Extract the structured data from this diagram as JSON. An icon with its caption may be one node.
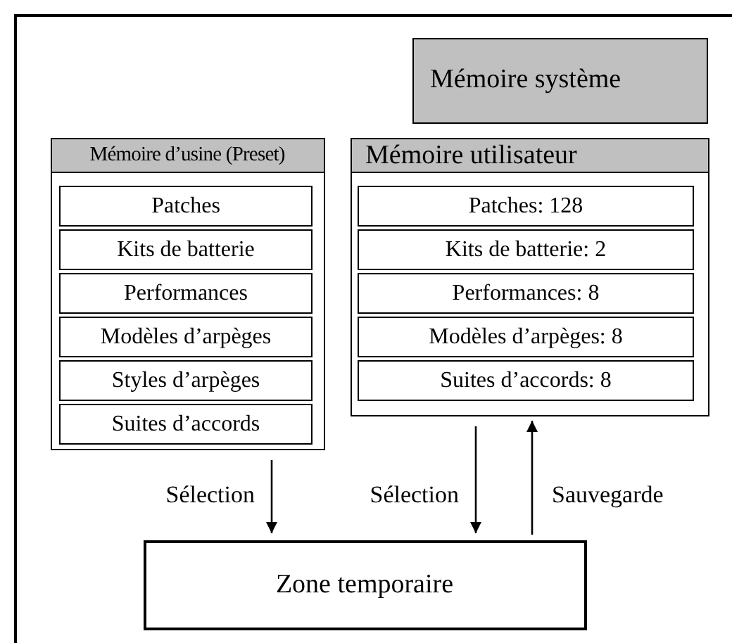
{
  "diagram": {
    "nodes": [
      {
        "text": [],
        "shape": "box"
      },
      {
        "text": [
          "Mémoire système"
        ],
        "in": 0
      },
      {
        "text": [
          "Mémoire d’usine (Preset)"
        ],
        "in": 0
      },
      {
        "text": [
          "Patches"
        ],
        "in": 2
      },
      {
        "text": [
          "Kits de batterie"
        ],
        "in": 2
      },
      {
        "text": [
          "Performances"
        ],
        "in": 2
      },
      {
        "text": [
          "Modèles d’arpèges"
        ],
        "in": 2
      },
      {
        "text": [
          "Styles d’arpèges"
        ],
        "in": 2
      },
      {
        "text": [
          "Suites d’accords"
        ],
        "in": 2
      },
      {
        "text": [
          "Mémoire utilisateur"
        ],
        "in": 0
      },
      {
        "text": [
          "Patches: 128"
        ],
        "in": 9
      },
      {
        "text": [
          "Kits de batterie: 2"
        ],
        "in": 9
      },
      {
        "text": [
          "Performances: 8"
        ],
        "in": 9
      },
      {
        "text": [
          "Modèles d’arpèges: 8"
        ],
        "in": 9
      },
      {
        "text": [
          "Suites d’accords: 8"
        ],
        "in": 9
      },
      {
        "text": [
          "Zone temporaire"
        ],
        "in": 0
      }
    ],
    "edges": [
      {
        "from": 2,
        "to": 15,
        "arrow": "to",
        "label": "Sélection"
      },
      {
        "from": 9,
        "to": 15,
        "arrow": "to",
        "label": "Sélection"
      },
      {
        "from": 15,
        "to": 9,
        "arrow": "to",
        "label": "Sauvegarde"
      }
    ]
  }
}
